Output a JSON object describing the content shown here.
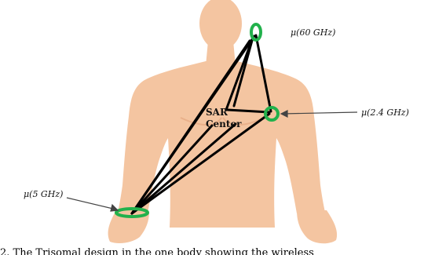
{
  "diagram": {
    "labels": {
      "mu_60": "μ(60 GHz)",
      "mu_24": "μ(2.4 GHz)",
      "mu_5": "μ(5 GHz)"
    },
    "sar_center": {
      "line1": "SAR",
      "line2": "Center"
    },
    "caption_fragment": "2. The Trisomal design in the one body showing the wireless",
    "colors": {
      "skin": "#f4c5a1",
      "skin_shadow": "#e9b08a",
      "node_ring": "#22b14c",
      "link_line": "#000000"
    }
  }
}
